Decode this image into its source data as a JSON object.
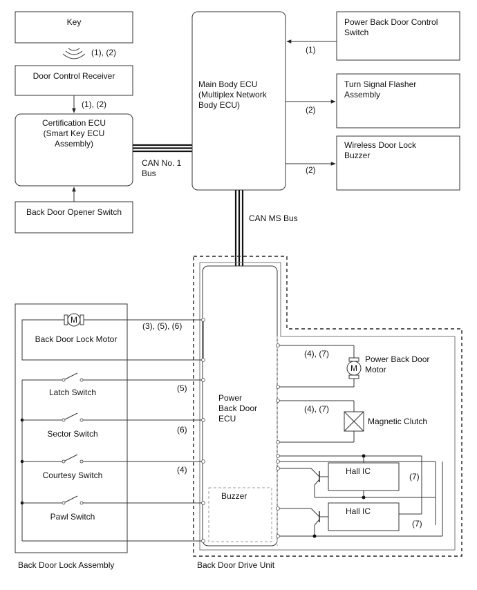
{
  "title": "",
  "components": {
    "key": "Key",
    "door_control_receiver": "Door Control Receiver",
    "certification_ecu": [
      "Certification ECU",
      "(Smart Key ECU",
      "Assembly)"
    ],
    "back_door_opener_switch": "Back Door Opener Switch",
    "main_body_ecu": [
      "Main Body ECU",
      "(Multiplex Network",
      "Body ECU)"
    ],
    "power_back_door_control_switch": [
      "Power Back Door Control",
      "Switch"
    ],
    "turn_signal_flasher": [
      "Turn Signal Flasher",
      "Assembly"
    ],
    "wireless_door_lock_buzzer": [
      "Wireless Door Lock",
      "Buzzer"
    ],
    "power_back_door_ecu": [
      "Power",
      "Back Door",
      "ECU"
    ],
    "buzzer": "Buzzer",
    "power_back_door_motor": [
      "Power Back Door",
      "Motor"
    ],
    "magnetic_clutch": "Magnetic Clutch",
    "hall_ic_1": "Hall IC",
    "hall_ic_2": "Hall IC",
    "back_door_lock_motor": "Back Door Lock Motor",
    "latch_switch": "Latch Switch",
    "sector_switch": "Sector Switch",
    "courtesy_switch": "Courtesy Switch",
    "pawl_switch": "Pawl Switch",
    "back_door_lock_assembly": "Back Door Lock Assembly",
    "back_door_drive_unit": "Back Door Drive Unit",
    "motor_symbol": "M"
  },
  "buses": {
    "can_no1": [
      "CAN No. 1",
      "Bus"
    ],
    "can_ms": "CAN MS Bus"
  },
  "signal_labels": {
    "key_to_receiver": "(1), (2)",
    "receiver_to_cert": "(1), (2)",
    "switch_to_main": "(1)",
    "main_to_flasher": "(2)",
    "main_to_buzzer": "(2)",
    "lock_motor": "(3), (5), (6)",
    "latch": "(5)",
    "sector": "(6)",
    "courtesy": "(4)",
    "pbd_motor": "(4), (7)",
    "clutch": "(4), (7)",
    "hall_1": "(7)",
    "hall_2": "(7)"
  }
}
